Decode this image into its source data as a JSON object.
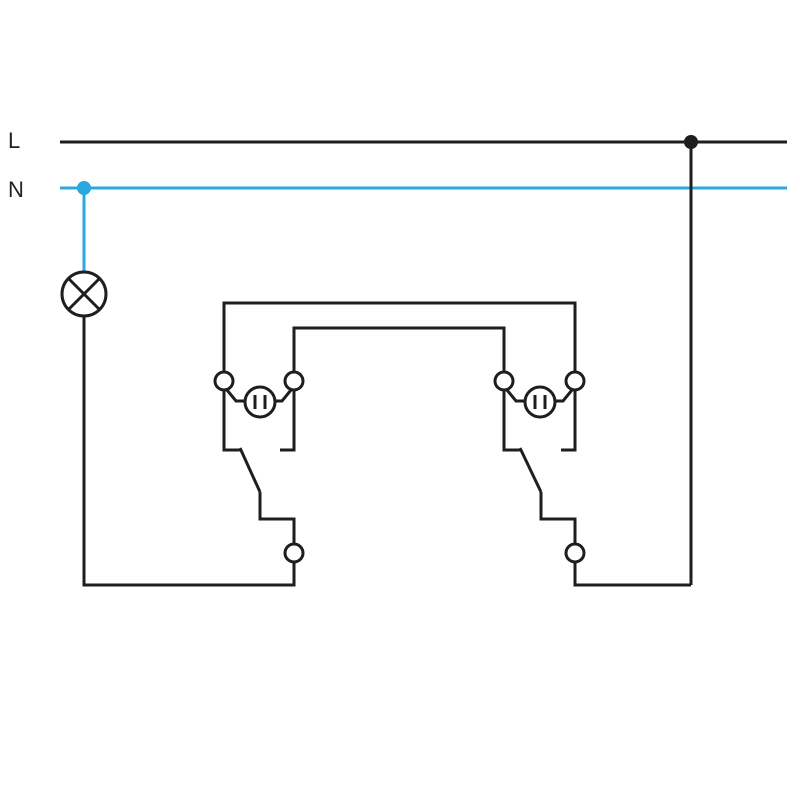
{
  "labels": {
    "phase": "L",
    "neutral": "N"
  },
  "colors": {
    "phase_wire": "#1e1e1e",
    "neutral_wire": "#29a9df",
    "text": "#222222",
    "background": "#ffffff"
  },
  "components": [
    {
      "kind": "lamp",
      "symbol": "circle-with-cross"
    },
    {
      "kind": "two-way-switch",
      "indicator": "glow-lamp"
    },
    {
      "kind": "two-way-switch",
      "indicator": "glow-lamp"
    }
  ]
}
